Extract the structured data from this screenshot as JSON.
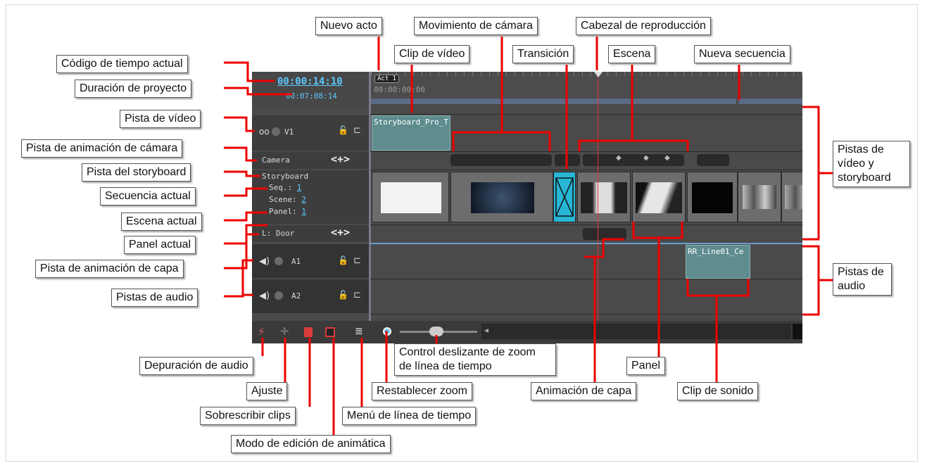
{
  "timeline": {
    "current_timecode": "00:00:14:10",
    "project_duration": "00:07:08:14",
    "act_label": "Act 1",
    "ruler_time": "00:00:00:00",
    "video_track_name": "V1",
    "camera_track_label": "Camera",
    "storyboard_label": "Storyboard",
    "seq_label": "Seq.:",
    "seq_value": "1",
    "scene_label": "Scene:",
    "scene_value": "2",
    "panel_label": "Panel:",
    "panel_value": "1",
    "layer_track_label": "L: Door",
    "nav_controls": "<+>",
    "audio_track_1": "A1",
    "audio_track_2": "A2",
    "video_clip_name": "Storyboard_Pro_T",
    "sound_clip_name": "RR_Line01_Ce"
  },
  "callouts": {
    "nuevo_acto": "Nuevo acto",
    "movimiento_camara": "Movimiento de cámara",
    "cabezal": "Cabezal de reproducción",
    "codigo_tiempo": "Código de tiempo actual",
    "clip_video": "Clip de vídeo",
    "transicion": "Transición",
    "escena": "Escena",
    "nueva_secuencia": "Nueva secuencia",
    "duracion": "Duración de proyecto",
    "pista_video": "Pista de vídeo",
    "pista_anim_camara": "Pista de animación de cámara",
    "pista_storyboard": "Pista del storyboard",
    "secuencia_actual": "Secuencia actual",
    "escena_actual": "Escena actual",
    "panel_actual": "Panel actual",
    "pista_anim_capa": "Pista de animación de capa",
    "pistas_audio": "Pistas de audio",
    "pistas_video_storyboard": "Pistas de vídeo y storyboard",
    "pistas_audio_right": "Pistas de audio",
    "depuracion_audio": "Depuración de audio",
    "ajuste": "Ajuste",
    "sobrescribir": "Sobrescribir clips",
    "modo_edicion": "Modo de edición de animática",
    "control_zoom": "Control deslizante de zoom de línea de tiempo",
    "restablecer_zoom": "Restablecer zoom",
    "menu_linea": "Menú de línea de tiempo",
    "animacion_capa": "Animación de capa",
    "panel": "Panel",
    "clip_sonido": "Clip de sonido"
  },
  "colors": {
    "accent_red": "#ee0000",
    "timecode_blue": "#5ec8ff",
    "transition_cyan": "#27b6d6",
    "clip_teal": "#5e8c8f"
  }
}
